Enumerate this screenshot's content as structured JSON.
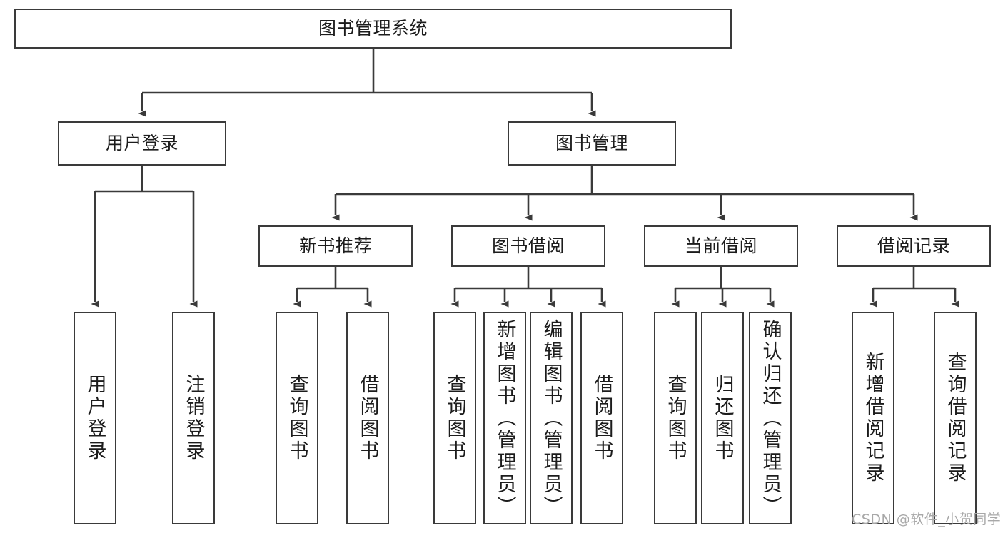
{
  "diagram": {
    "type": "tree-hierarchy",
    "title_node": {
      "label": "图书管理系统"
    },
    "level2": [
      {
        "id": "user-login",
        "label": "用户登录"
      },
      {
        "id": "book-management",
        "label": "图书管理"
      }
    ],
    "level3": [
      {
        "id": "new-book-recommend",
        "label": "新书推荐"
      },
      {
        "id": "book-borrow",
        "label": "图书借阅"
      },
      {
        "id": "current-borrow",
        "label": "当前借阅"
      },
      {
        "id": "borrow-record",
        "label": "借阅记录"
      }
    ],
    "leaves": {
      "user_login": [
        {
          "id": "leaf-user-login",
          "label": "用户登录"
        },
        {
          "id": "leaf-logout-login",
          "label": "注销登录"
        }
      ],
      "new_book_recommend": [
        {
          "id": "leaf-query-book-1",
          "label": "查询图书"
        },
        {
          "id": "leaf-borrow-book-1",
          "label": "借阅图书"
        }
      ],
      "book_borrow": [
        {
          "id": "leaf-query-book-2",
          "label": "查询图书"
        },
        {
          "id": "leaf-add-book",
          "label": "新增图书（管理员）"
        },
        {
          "id": "leaf-edit-book",
          "label": "编辑图书（管理员）"
        },
        {
          "id": "leaf-borrow-book-2",
          "label": "借阅图书"
        }
      ],
      "current_borrow": [
        {
          "id": "leaf-query-book-3",
          "label": "查询图书"
        },
        {
          "id": "leaf-return-book",
          "label": "归还图书"
        },
        {
          "id": "leaf-confirm-return",
          "label": "确认归还（管理员）"
        }
      ],
      "borrow_record": [
        {
          "id": "leaf-add-record",
          "label": "新增借阅记录"
        },
        {
          "id": "leaf-query-record",
          "label": "查询借阅记录"
        }
      ]
    },
    "colors": {
      "stroke": "#3a3a3a",
      "background": "#ffffff",
      "text": "#1c1c1c",
      "watermark": "#a8a8a8"
    }
  },
  "watermark": {
    "text": "CSDN @软件_小贺同学"
  }
}
